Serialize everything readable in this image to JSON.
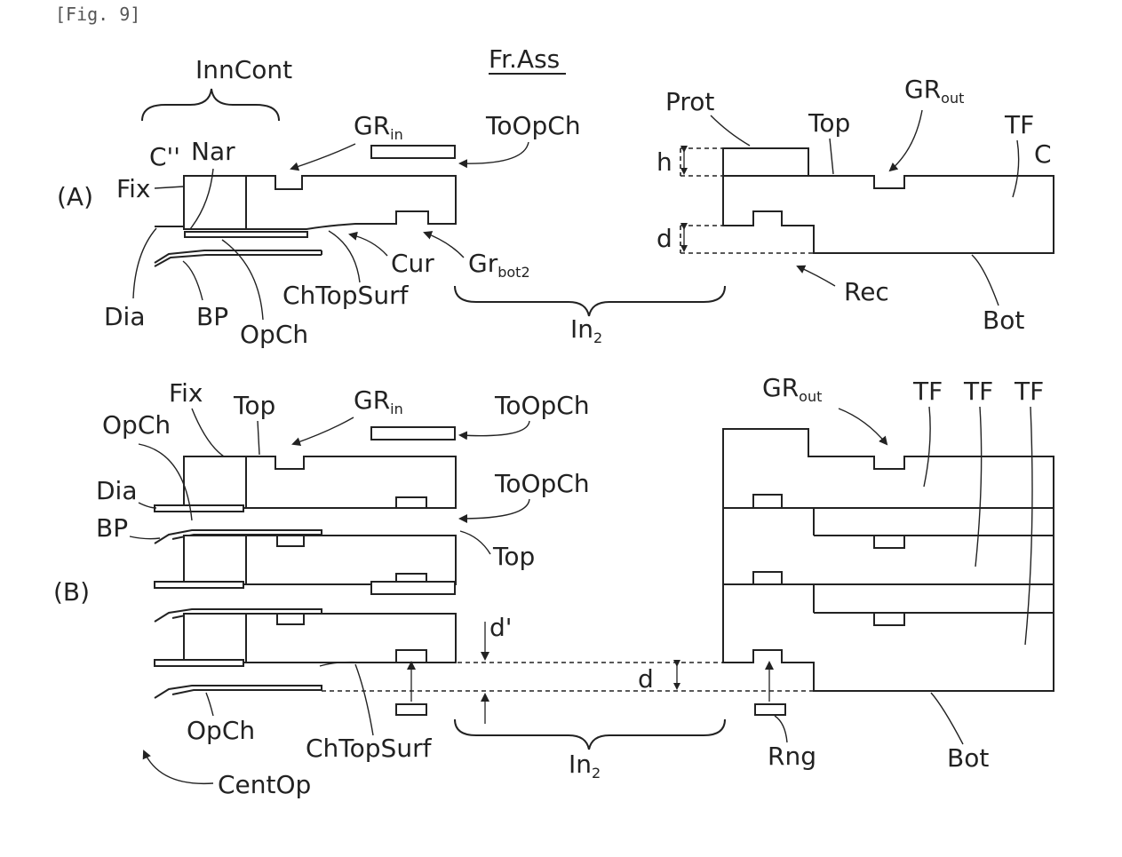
{
  "figure_label": "[Fig. 9]",
  "panel_a": {
    "panel_label": "(A)",
    "title": "Fr.Ass",
    "labels": {
      "inncont": "InnCont",
      "c_double_prime": "C''",
      "nar": "Nar",
      "fix": "Fix",
      "gr_in_base": "GR",
      "gr_in_sub": "in",
      "toopch": "ToOpCh",
      "prot": "Prot",
      "top": "Top",
      "gr_out_base": "GR",
      "gr_out_sub": "out",
      "tf": "TF",
      "c": "C",
      "h": "h",
      "d": "d",
      "dia": "Dia",
      "bp": "BP",
      "opch": "OpCh",
      "chtopsurf": "ChTopSurf",
      "cur": "Cur",
      "gr_bot2_base": "Gr",
      "gr_bot2_sub": "bot2",
      "in2_base": "In",
      "in2_sub": "2",
      "rec": "Rec",
      "bot": "Bot"
    }
  },
  "panel_b": {
    "panel_label": "(B)",
    "labels": {
      "fix": "Fix",
      "top_1": "Top",
      "gr_in_base": "GR",
      "gr_in_sub": "in",
      "toopch_1": "ToOpCh",
      "opch_1": "OpCh",
      "toopch_2": "ToOpCh",
      "dia": "Dia",
      "bp": "BP",
      "top_2": "Top",
      "gr_out_base": "GR",
      "gr_out_sub": "out",
      "tf_1": "TF",
      "tf_2": "TF",
      "tf_3": "TF",
      "d_prime": "d'",
      "d": "d",
      "opch_2": "OpCh",
      "chtopsurf": "ChTopSurf",
      "in2_base": "In",
      "in2_sub": "2",
      "rng": "Rng",
      "bot": "Bot",
      "centop": "CentOp"
    }
  }
}
